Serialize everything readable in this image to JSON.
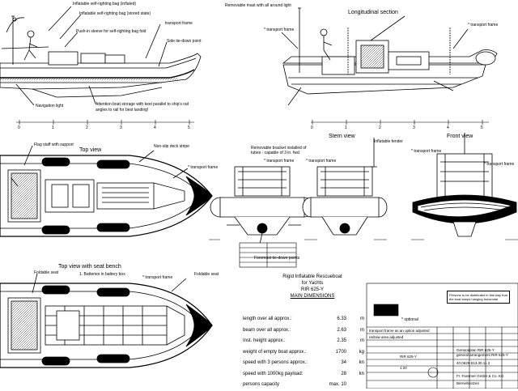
{
  "sections": {
    "longitudinal": "Longitudinal section",
    "top_view": "Top view",
    "stern_view": "Stern view",
    "front_view": "Front view",
    "top_view_seat": "Top view with seat bench"
  },
  "callouts": {
    "inflatable_fighting_bag": "Inflatable self-righting bag (inflated)",
    "inflatable_bag_stored": "Inflatable self-righting bag (stored state)",
    "push_in_sleeve": "Push-in sleeve for self-righting bag fold",
    "transport_frame": "transport frame",
    "side_tie_down": "Side tie-down point",
    "navigation_light": "Navigation light",
    "attention_boat_storage": "Attention boat storage with keel parallel to ship's rail",
    "attention_line2": "angles to rail for best landing!",
    "removable_mast": "Removable mast with all around light",
    "flag_staff": "Flag staff with support",
    "non_slip_deck": "Non-slip deck stripe",
    "inflatable_fender": "Inflatable fender",
    "foldable_seat": "Foldable seat",
    "battery_box": "1. Batteries in battery box",
    "foremost_tie_down": "Foremost tie-down points",
    "removable_bracket": "Removable bracket installed of",
    "removable_bracket2": "tubes - capable of 3 in. fwd",
    "transport_frame_marker": "* transport frame",
    "optional": "* optional"
  },
  "scale_ticks": [
    "0",
    "1",
    "2",
    "3",
    "4",
    "5"
  ],
  "rescue": {
    "l1": "Rigid Inflatable Rescueboat",
    "l2": "for Yachts",
    "l3": "RIR 625-Y",
    "l4": "MAIN DIMENSIONS"
  },
  "dimensions": [
    {
      "label": "length over all approx.:",
      "value": "6.33",
      "unit": "m"
    },
    {
      "label": "beam over all approx.:",
      "value": "2.63",
      "unit": "m"
    },
    {
      "label": "Inst. height approx.:",
      "value": "2.35",
      "unit": "m"
    },
    {
      "label": "weight of empty boat approx.:",
      "value": "1700",
      "unit": "kg"
    },
    {
      "label": "speed with 3 persons approx.:",
      "value": "34",
      "unit": "kn"
    },
    {
      "label": "speed with 1000kg payload:",
      "value": "28",
      "unit": "kn"
    },
    {
      "label": "persons capacity",
      "value": "max. 10",
      "unit": ""
    }
  ],
  "caution": "Persons to be distributed in this way that the boat keeps hanging horizontal",
  "title_block": {
    "company": "Fr. Fassmer GmbH & Co. KG",
    "drawing_title": "Generalplan RIR 625-Y",
    "drawing_subtitle": "general arrangement RIR 625-Y",
    "drawing_no": "40.0625-013.30.11.2",
    "revision_1": "transport frame as an option adjusted",
    "revision_2": "redraw area adjusted",
    "scale": "1:20",
    "code": "RIR 625-Y",
    "place": "Berne/Motzen"
  }
}
